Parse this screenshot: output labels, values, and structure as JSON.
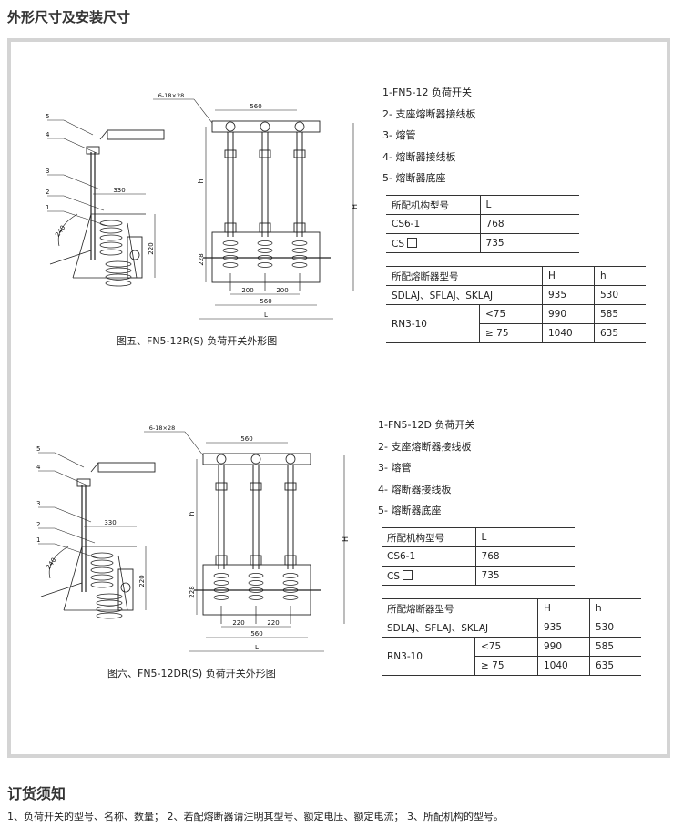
{
  "header": {
    "title": "外形尺寸及安装尺寸"
  },
  "panels": [
    {
      "caption": "图五、FN5-12R(S) 负荷开关外形图",
      "legend": [
        "1-FN5-12 负荷开关",
        "2- 支座熔断器接线板",
        "3- 熔管",
        "4- 熔断器接线板",
        "5- 熔断器底座"
      ],
      "dims": {
        "bolt": "6-18×28",
        "top_width": "560",
        "side_width": "330",
        "angle": "240",
        "h": "h",
        "H": "H",
        "lower": "228",
        "spacing_a": "200",
        "spacing_b": "200",
        "bottom_width": "560",
        "L": "L",
        "side_height": "220"
      },
      "callouts": [
        "5",
        "4",
        "3",
        "2",
        "1"
      ],
      "mechanism_table": {
        "headers": [
          "所配机构型号",
          "L"
        ],
        "rows": [
          [
            "CS6-1",
            "768"
          ],
          [
            "CS",
            "735"
          ]
        ]
      },
      "fuse_table": {
        "headers": [
          "所配熔断器型号",
          "H",
          "h"
        ],
        "rows": [
          {
            "model": "SDLAJ、SFLAJ、SKLAJ",
            "cond": "",
            "H": "935",
            "h": "530"
          },
          {
            "model": "RN3-10",
            "cond": "<75",
            "H": "990",
            "h": "585"
          },
          {
            "model": "",
            "cond": "≥ 75",
            "H": "1040",
            "h": "635"
          }
        ]
      }
    },
    {
      "caption": "图六、FN5-12DR(S) 负荷开关外形图",
      "legend": [
        "1-FN5-12D 负荷开关",
        "2- 支座熔断器接线板",
        "3- 熔管",
        "4- 熔断器接线板",
        "5- 熔断器底座"
      ],
      "dims": {
        "bolt": "6-18×28",
        "top_width": "560",
        "side_width": "330",
        "angle": "240",
        "h": "h",
        "H": "H",
        "lower": "228",
        "spacing_a": "220",
        "spacing_b": "220",
        "bottom_width": "560",
        "L": "L",
        "side_height": "220"
      },
      "callouts": [
        "5",
        "4",
        "3",
        "2",
        "1"
      ],
      "mechanism_table": {
        "headers": [
          "所配机构型号",
          "L"
        ],
        "rows": [
          [
            "CS6-1",
            "768"
          ],
          [
            "CS",
            "735"
          ]
        ]
      },
      "fuse_table": {
        "headers": [
          "所配熔断器型号",
          "H",
          "h"
        ],
        "rows": [
          {
            "model": "SDLAJ、SFLAJ、SKLAJ",
            "cond": "",
            "H": "935",
            "h": "530"
          },
          {
            "model": "RN3-10",
            "cond": "<75",
            "H": "990",
            "h": "585"
          },
          {
            "model": "",
            "cond": "≥ 75",
            "H": "1040",
            "h": "635"
          }
        ]
      }
    }
  ],
  "order": {
    "title": "订货须知",
    "text": "1、负荷开关的型号、名称、数量；  2、若配熔断器请注明其型号、额定电压、额定电流；  3、所配机构的型号。"
  }
}
